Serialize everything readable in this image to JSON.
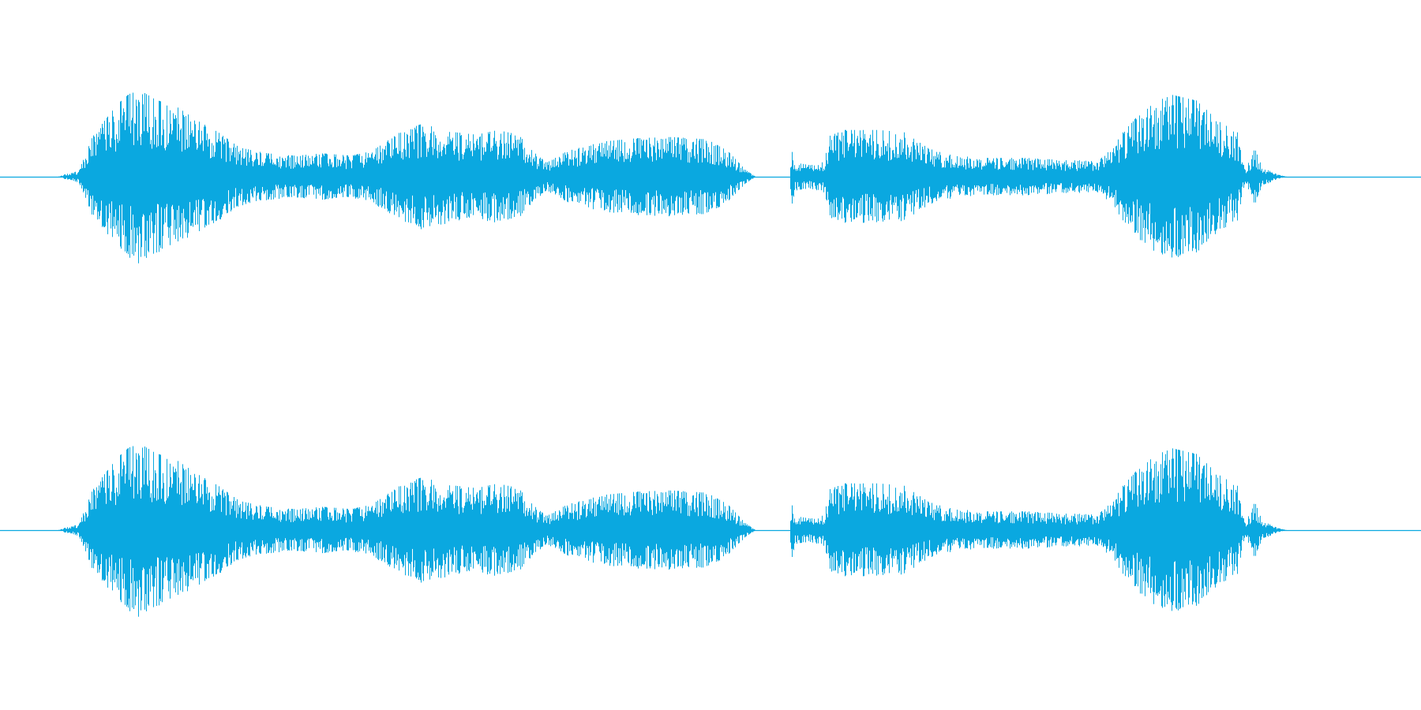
{
  "waveform": {
    "color": "#0aa8e0",
    "background": "#ffffff",
    "channels": [
      "left",
      "right"
    ],
    "segments": [
      {
        "name": "segment-1",
        "envelope": [
          [
            0.0,
            0.0
          ],
          [
            0.01,
            0.02
          ],
          [
            0.03,
            0.05
          ],
          [
            0.05,
            0.35
          ],
          [
            0.085,
            0.62
          ],
          [
            0.1,
            0.7
          ],
          [
            0.115,
            0.75
          ],
          [
            0.14,
            0.66
          ],
          [
            0.17,
            0.6
          ],
          [
            0.2,
            0.48
          ],
          [
            0.23,
            0.38
          ],
          [
            0.26,
            0.25
          ],
          [
            0.3,
            0.2
          ],
          [
            0.34,
            0.18
          ],
          [
            0.38,
            0.2
          ],
          [
            0.42,
            0.18
          ],
          [
            0.45,
            0.22
          ],
          [
            0.49,
            0.38
          ],
          [
            0.52,
            0.45
          ],
          [
            0.545,
            0.42
          ],
          [
            0.57,
            0.38
          ],
          [
            0.6,
            0.36
          ],
          [
            0.63,
            0.4
          ],
          [
            0.66,
            0.36
          ],
          [
            0.68,
            0.22
          ],
          [
            0.7,
            0.12
          ],
          [
            0.73,
            0.22
          ],
          [
            0.78,
            0.3
          ],
          [
            0.83,
            0.33
          ],
          [
            0.88,
            0.34
          ],
          [
            0.93,
            0.32
          ],
          [
            0.96,
            0.22
          ],
          [
            0.985,
            0.06
          ],
          [
            1.0,
            0.0
          ]
        ]
      },
      {
        "name": "segment-2",
        "envelope": [
          [
            0.0,
            0.0
          ],
          [
            0.004,
            0.28
          ],
          [
            0.01,
            0.12
          ],
          [
            0.04,
            0.1
          ],
          [
            0.07,
            0.14
          ],
          [
            0.08,
            0.35
          ],
          [
            0.11,
            0.4
          ],
          [
            0.18,
            0.4
          ],
          [
            0.23,
            0.38
          ],
          [
            0.28,
            0.24
          ],
          [
            0.33,
            0.18
          ],
          [
            0.4,
            0.16
          ],
          [
            0.48,
            0.16
          ],
          [
            0.56,
            0.14
          ],
          [
            0.62,
            0.14
          ],
          [
            0.64,
            0.22
          ],
          [
            0.67,
            0.38
          ],
          [
            0.72,
            0.62
          ],
          [
            0.77,
            0.7
          ],
          [
            0.82,
            0.65
          ],
          [
            0.86,
            0.48
          ],
          [
            0.9,
            0.38
          ],
          [
            0.915,
            0.05
          ],
          [
            0.935,
            0.24
          ],
          [
            0.95,
            0.08
          ],
          [
            0.98,
            0.02
          ],
          [
            1.0,
            0.0
          ]
        ]
      }
    ]
  }
}
